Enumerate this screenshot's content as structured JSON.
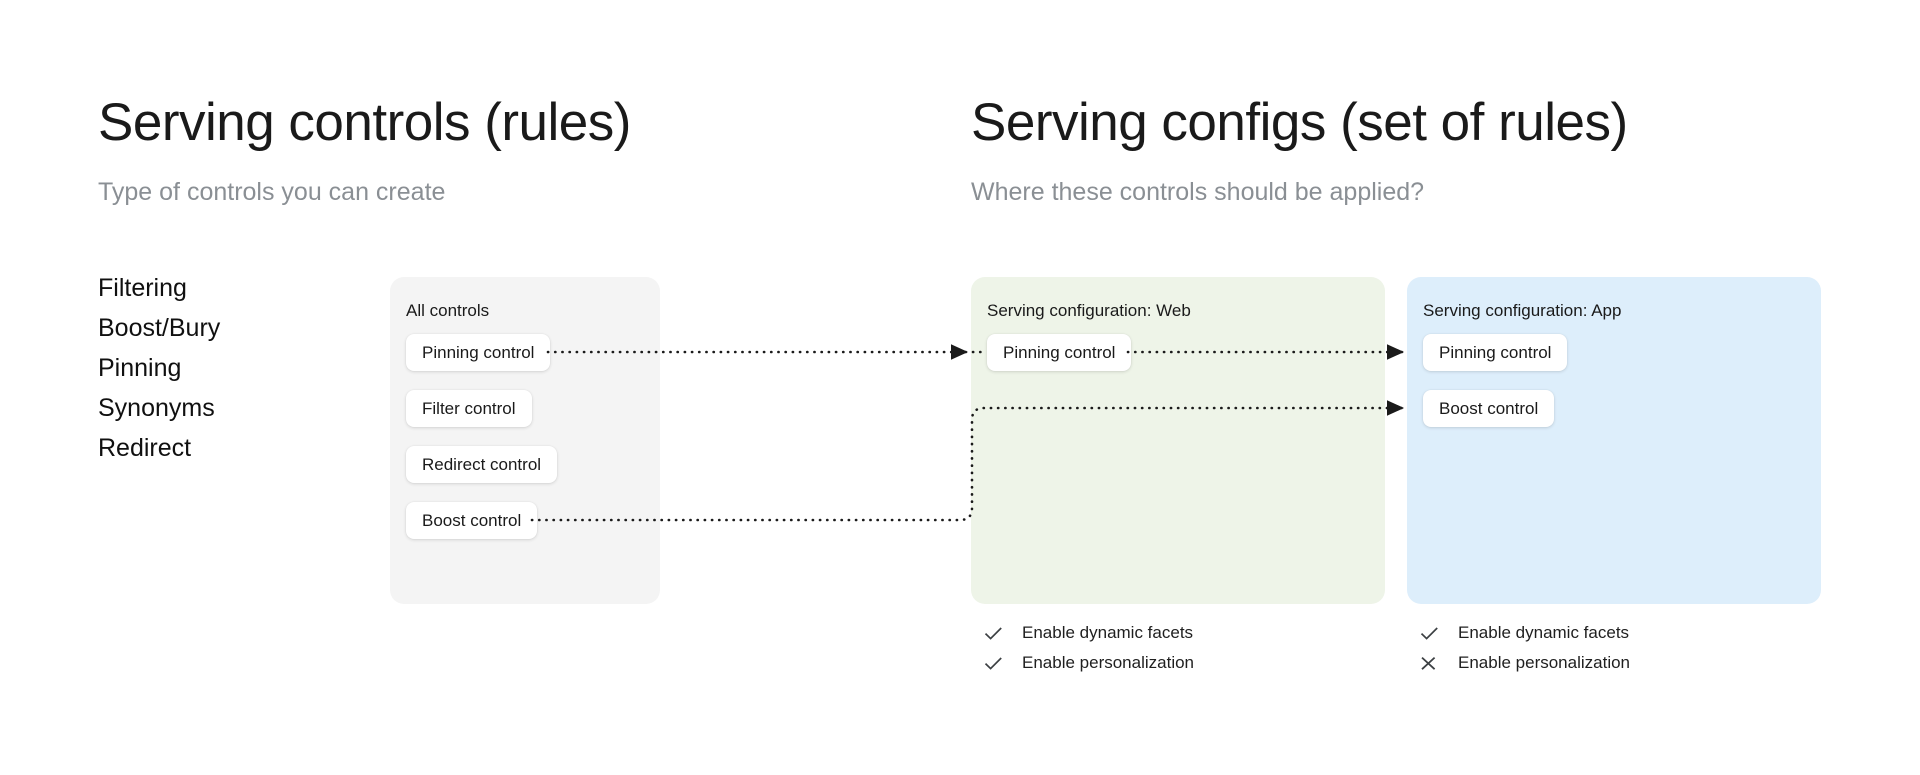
{
  "left_section": {
    "heading": "Serving controls (rules)",
    "subheading": "Type of controls you can create",
    "control_types": [
      "Filtering",
      "Boost/Bury",
      "Pinning",
      "Synonyms",
      "Redirect"
    ]
  },
  "right_section": {
    "heading": "Serving configs (set of rules)",
    "subheading": "Where these controls should be applied?"
  },
  "all_controls_panel": {
    "title": "All controls",
    "background_color": "#f4f4f4",
    "chips": [
      "Pinning control",
      "Filter control",
      "Redirect control",
      "Boost control"
    ]
  },
  "web_config_panel": {
    "title": "Serving configuration: Web",
    "background_color": "#eef4e8",
    "chips": [
      "Pinning control"
    ],
    "options": [
      {
        "icon": "check-icon",
        "label": "Enable dynamic facets",
        "state": "enabled"
      },
      {
        "icon": "check-icon",
        "label": "Enable personalization",
        "state": "enabled"
      }
    ]
  },
  "app_config_panel": {
    "title": "Serving configuration: App",
    "background_color": "#ddeefb",
    "chips": [
      "Pinning control",
      "Boost control"
    ],
    "options": [
      {
        "icon": "check-icon",
        "label": "Enable dynamic facets",
        "state": "enabled"
      },
      {
        "icon": "cross-icon",
        "label": "Enable personalization",
        "state": "disabled"
      }
    ]
  },
  "connectors": [
    {
      "name": "pinning-all-to-web",
      "from": "all.Pinning control",
      "to": "web.Pinning control",
      "style": "dotted-arrow"
    },
    {
      "name": "pinning-web-to-app",
      "from": "web.Pinning control",
      "to": "app.Pinning control",
      "style": "dotted-arrow"
    },
    {
      "name": "boost-all-to-app",
      "from": "all.Boost control",
      "to": "app.Boost control",
      "style": "dotted-elbow-arrow"
    }
  ],
  "colors": {
    "heading": "#1a1a1a",
    "subheading": "#8a8f94",
    "panel_gray": "#f4f4f4",
    "panel_green": "#eef4e8",
    "panel_blue": "#ddeefb",
    "chip_bg": "#ffffff",
    "connector": "#1a1a1a"
  }
}
